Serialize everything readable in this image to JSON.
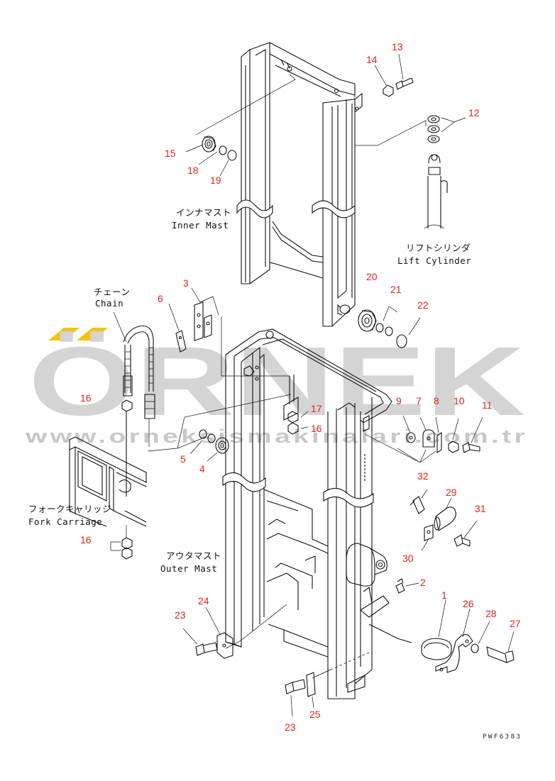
{
  "watermark": {
    "brand": "ÖRNEK",
    "url": "www.orneksismakinalari.com.tr",
    "accent_color": "#f2c40f"
  },
  "drawing_code": "PWF6383",
  "labels": {
    "inner_mast_jp": "インナマスト",
    "inner_mast_en": "Inner Mast",
    "lift_cylinder_jp": "リフトシリンダ",
    "lift_cylinder_en": "Lift Cylinder",
    "chain_jp": "チェーン",
    "chain_en": "Chain",
    "fork_carriage_jp": "フォークキャリッジ",
    "fork_carriage_en": "Fork Carriage",
    "outer_mast_jp": "アウタマスト",
    "outer_mast_en": "Outer Mast"
  },
  "callouts": {
    "c1": "1",
    "c2": "2",
    "c3": "3",
    "c4": "4",
    "c5": "5",
    "c6": "6",
    "c7": "7",
    "c8": "8",
    "c9": "9",
    "c10": "10",
    "c11": "11",
    "c12": "12",
    "c13": "13",
    "c14": "14",
    "c15": "15",
    "c16a": "16",
    "c16b": "16",
    "c16c": "16",
    "c17": "17",
    "c18": "18",
    "c19": "19",
    "c20": "20",
    "c21": "21",
    "c22": "22",
    "c23a": "23",
    "c23b": "23",
    "c24": "24",
    "c25": "25",
    "c26": "26",
    "c27": "27",
    "c28": "28",
    "c29": "29",
    "c30": "30",
    "c31": "31",
    "c32": "32"
  },
  "callout_color": "#e0251b"
}
